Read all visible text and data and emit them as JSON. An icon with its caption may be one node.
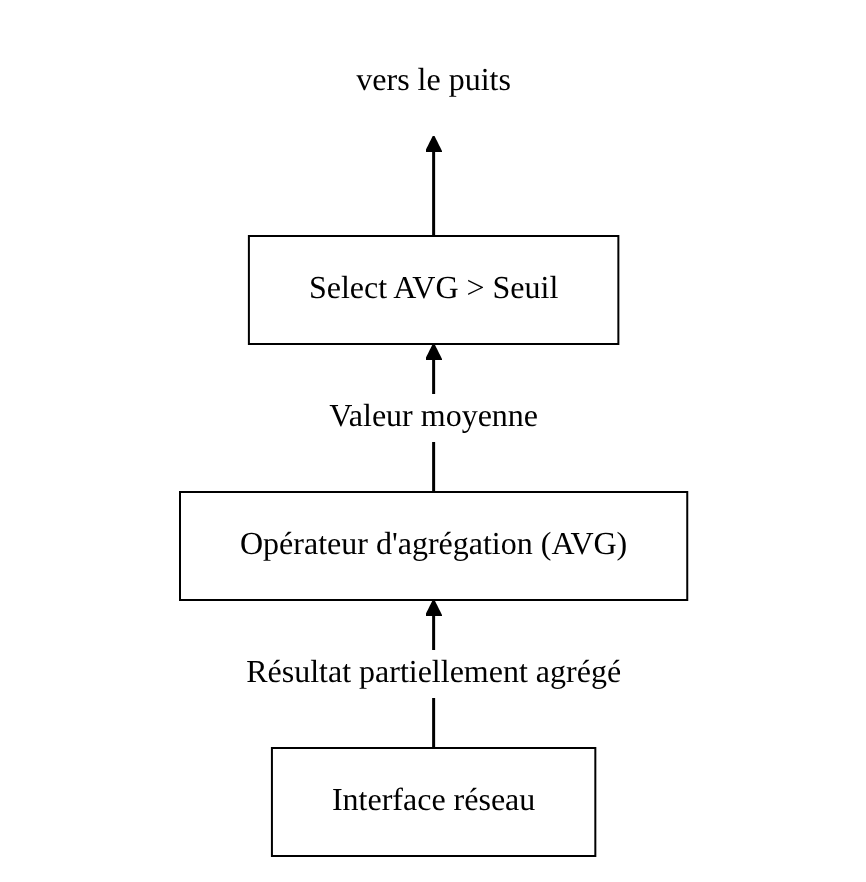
{
  "diagram": {
    "nodes": [
      {
        "text": [
          "vers le puits"
        ]
      },
      {
        "text": [
          "Select AVG > Seuil"
        ]
      },
      {
        "text": [
          "Opérateur d'agrégation (AVG)"
        ]
      },
      {
        "text": [
          "Interface réseau"
        ]
      }
    ],
    "edges": [
      {
        "from": 1,
        "to": 0,
        "arrow": "to"
      },
      {
        "from": 2,
        "to": 1,
        "arrow": "to",
        "label": "Valeur moyenne"
      },
      {
        "from": 3,
        "to": 2,
        "arrow": "to",
        "label": "Résultat partiellement agrégé"
      }
    ]
  }
}
